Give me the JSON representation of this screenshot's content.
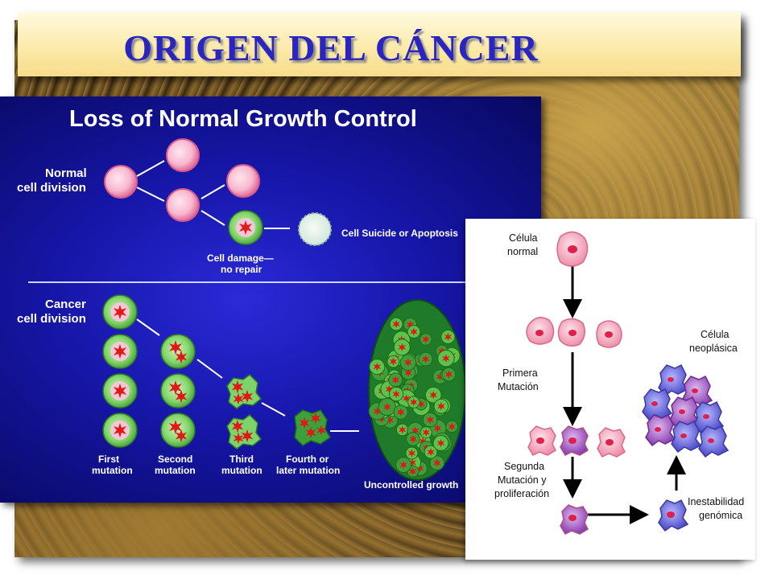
{
  "slide": {
    "title": "ORIGEN DEL CÁNCER"
  },
  "left_diagram": {
    "title": "Loss of Normal Growth Control",
    "normal_label": [
      "Normal",
      "cell division"
    ],
    "damage_label": [
      "Cell damage—",
      "no repair"
    ],
    "apoptosis_label": "Cell Suicide or Apoptosis",
    "cancer_label": [
      "Cancer",
      "cell division"
    ],
    "stages": [
      [
        "First",
        "mutation"
      ],
      [
        "Second",
        "mutation"
      ],
      [
        "Third",
        "mutation"
      ],
      [
        "Fourth or",
        "later mutation"
      ]
    ],
    "uncontrolled_label": "Uncontrolled growth",
    "colors": {
      "panel": "#1616a8",
      "normal_cell_fill": "#f7b7cf",
      "normal_cell_ring": "#e16b98",
      "mutant_ring": "#7ed36a",
      "mutant_star": "#e01818"
    }
  },
  "right_diagram": {
    "normal_label": [
      "Célula",
      "normal"
    ],
    "first_mutation_label": [
      "Primera",
      "Mutación"
    ],
    "second_mutation_label": [
      "Segunda",
      "Mutación y",
      "proliferación"
    ],
    "neoplastic_label": [
      "Célula",
      "neoplásica"
    ],
    "instability_label": [
      "Inestabilidad",
      "genómica"
    ],
    "colors": {
      "cell_pink": "#f2a0b8",
      "cell_blue": "#6a6ad8",
      "cell_purple": "#9a58c0",
      "nucleus_red": "#e0204a"
    }
  }
}
